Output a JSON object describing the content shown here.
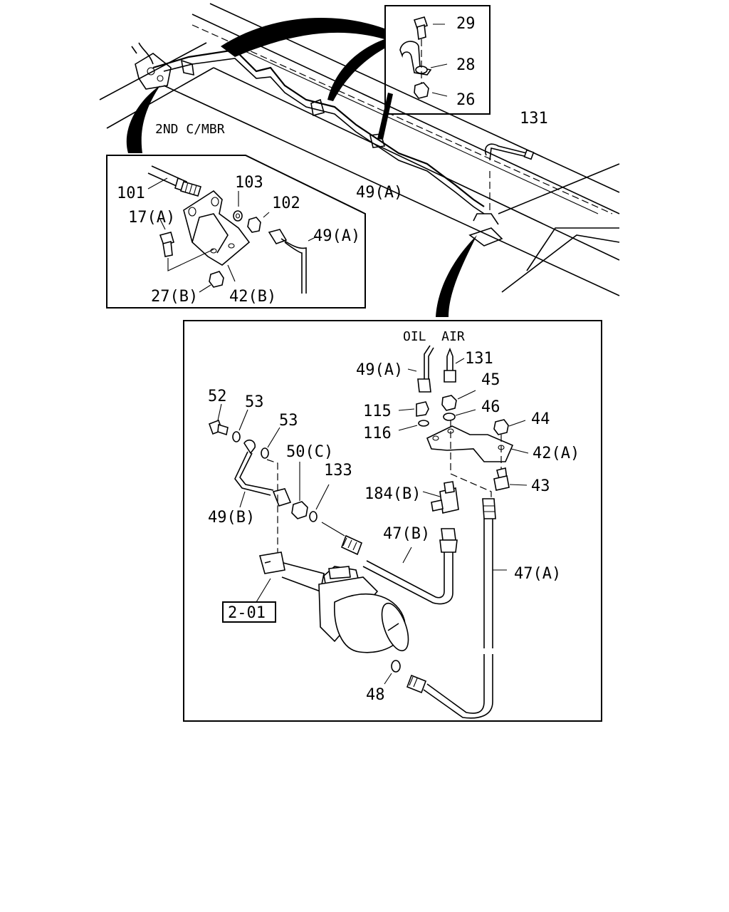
{
  "callouts": {
    "c29": "29",
    "c28": "28",
    "c26": "26",
    "c131_top": "131",
    "c2nd_cmbr": "2ND C/MBR",
    "c101": "101",
    "c103": "103",
    "c102": "102",
    "c17a": "17(A)",
    "c49a_inset": "49(A)",
    "c27b": "27(B)",
    "c42b": "42(B)",
    "c49a_mid": "49(A)",
    "oil_air": "OIL  AIR",
    "c49a_main": "49(A)",
    "c131_main": "131",
    "c45": "45",
    "c115": "115",
    "c46": "46",
    "c116": "116",
    "c44": "44",
    "c42a": "42(A)",
    "c43": "43",
    "c52": "52",
    "c53a": "53",
    "c53b": "53",
    "c50c": "50(C)",
    "c133": "133",
    "c184b": "184(B)",
    "c49b": "49(B)",
    "c47b": "47(B)",
    "c47a": "47(A)",
    "c2_01": "2-01",
    "c48": "48"
  }
}
